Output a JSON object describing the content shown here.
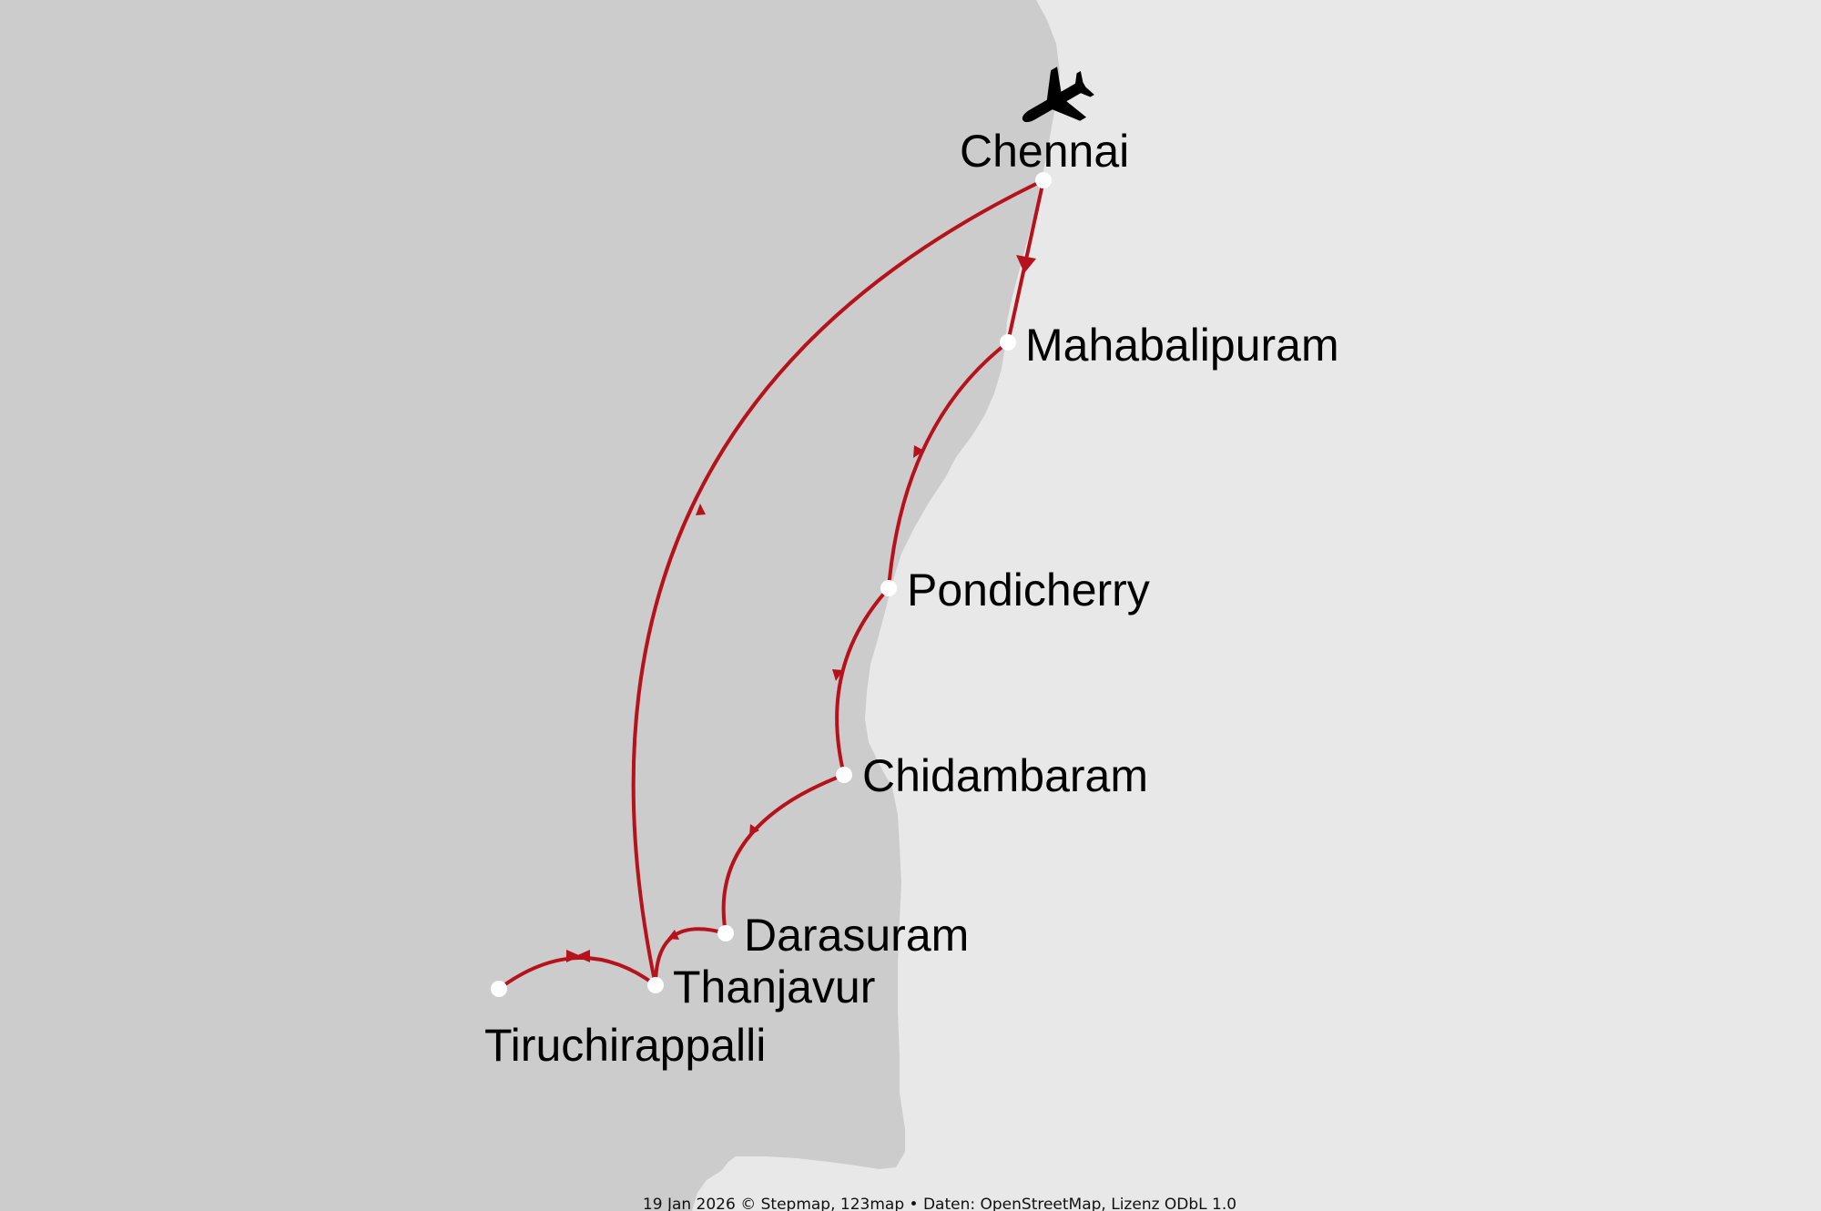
{
  "map": {
    "colors": {
      "sea": "#e8e8e8",
      "land": "#cccccc",
      "route": "#b5121b",
      "marker": "#ffffff",
      "text": "#000000"
    },
    "icons": {
      "start": "airplane-icon"
    },
    "cities": [
      {
        "id": "chennai",
        "name": "Chennai"
      },
      {
        "id": "mahabalipuram",
        "name": "Mahabalipuram"
      },
      {
        "id": "pondicherry",
        "name": "Pondicherry"
      },
      {
        "id": "chidambaram",
        "name": "Chidambaram"
      },
      {
        "id": "darasuram",
        "name": "Darasuram"
      },
      {
        "id": "thanjavur",
        "name": "Thanjavur"
      },
      {
        "id": "tiruchirappalli",
        "name": "Tiruchirappalli"
      }
    ],
    "route_order": [
      "Chennai",
      "Mahabalipuram",
      "Pondicherry",
      "Chidambaram",
      "Darasuram",
      "Thanjavur",
      "Tiruchirappalli",
      "Thanjavur",
      "Chennai"
    ]
  },
  "footer": {
    "attribution": "19 Jan 2026 © Stepmap, 123map • Daten: OpenStreetMap, Lizenz ODbL 1.0"
  }
}
